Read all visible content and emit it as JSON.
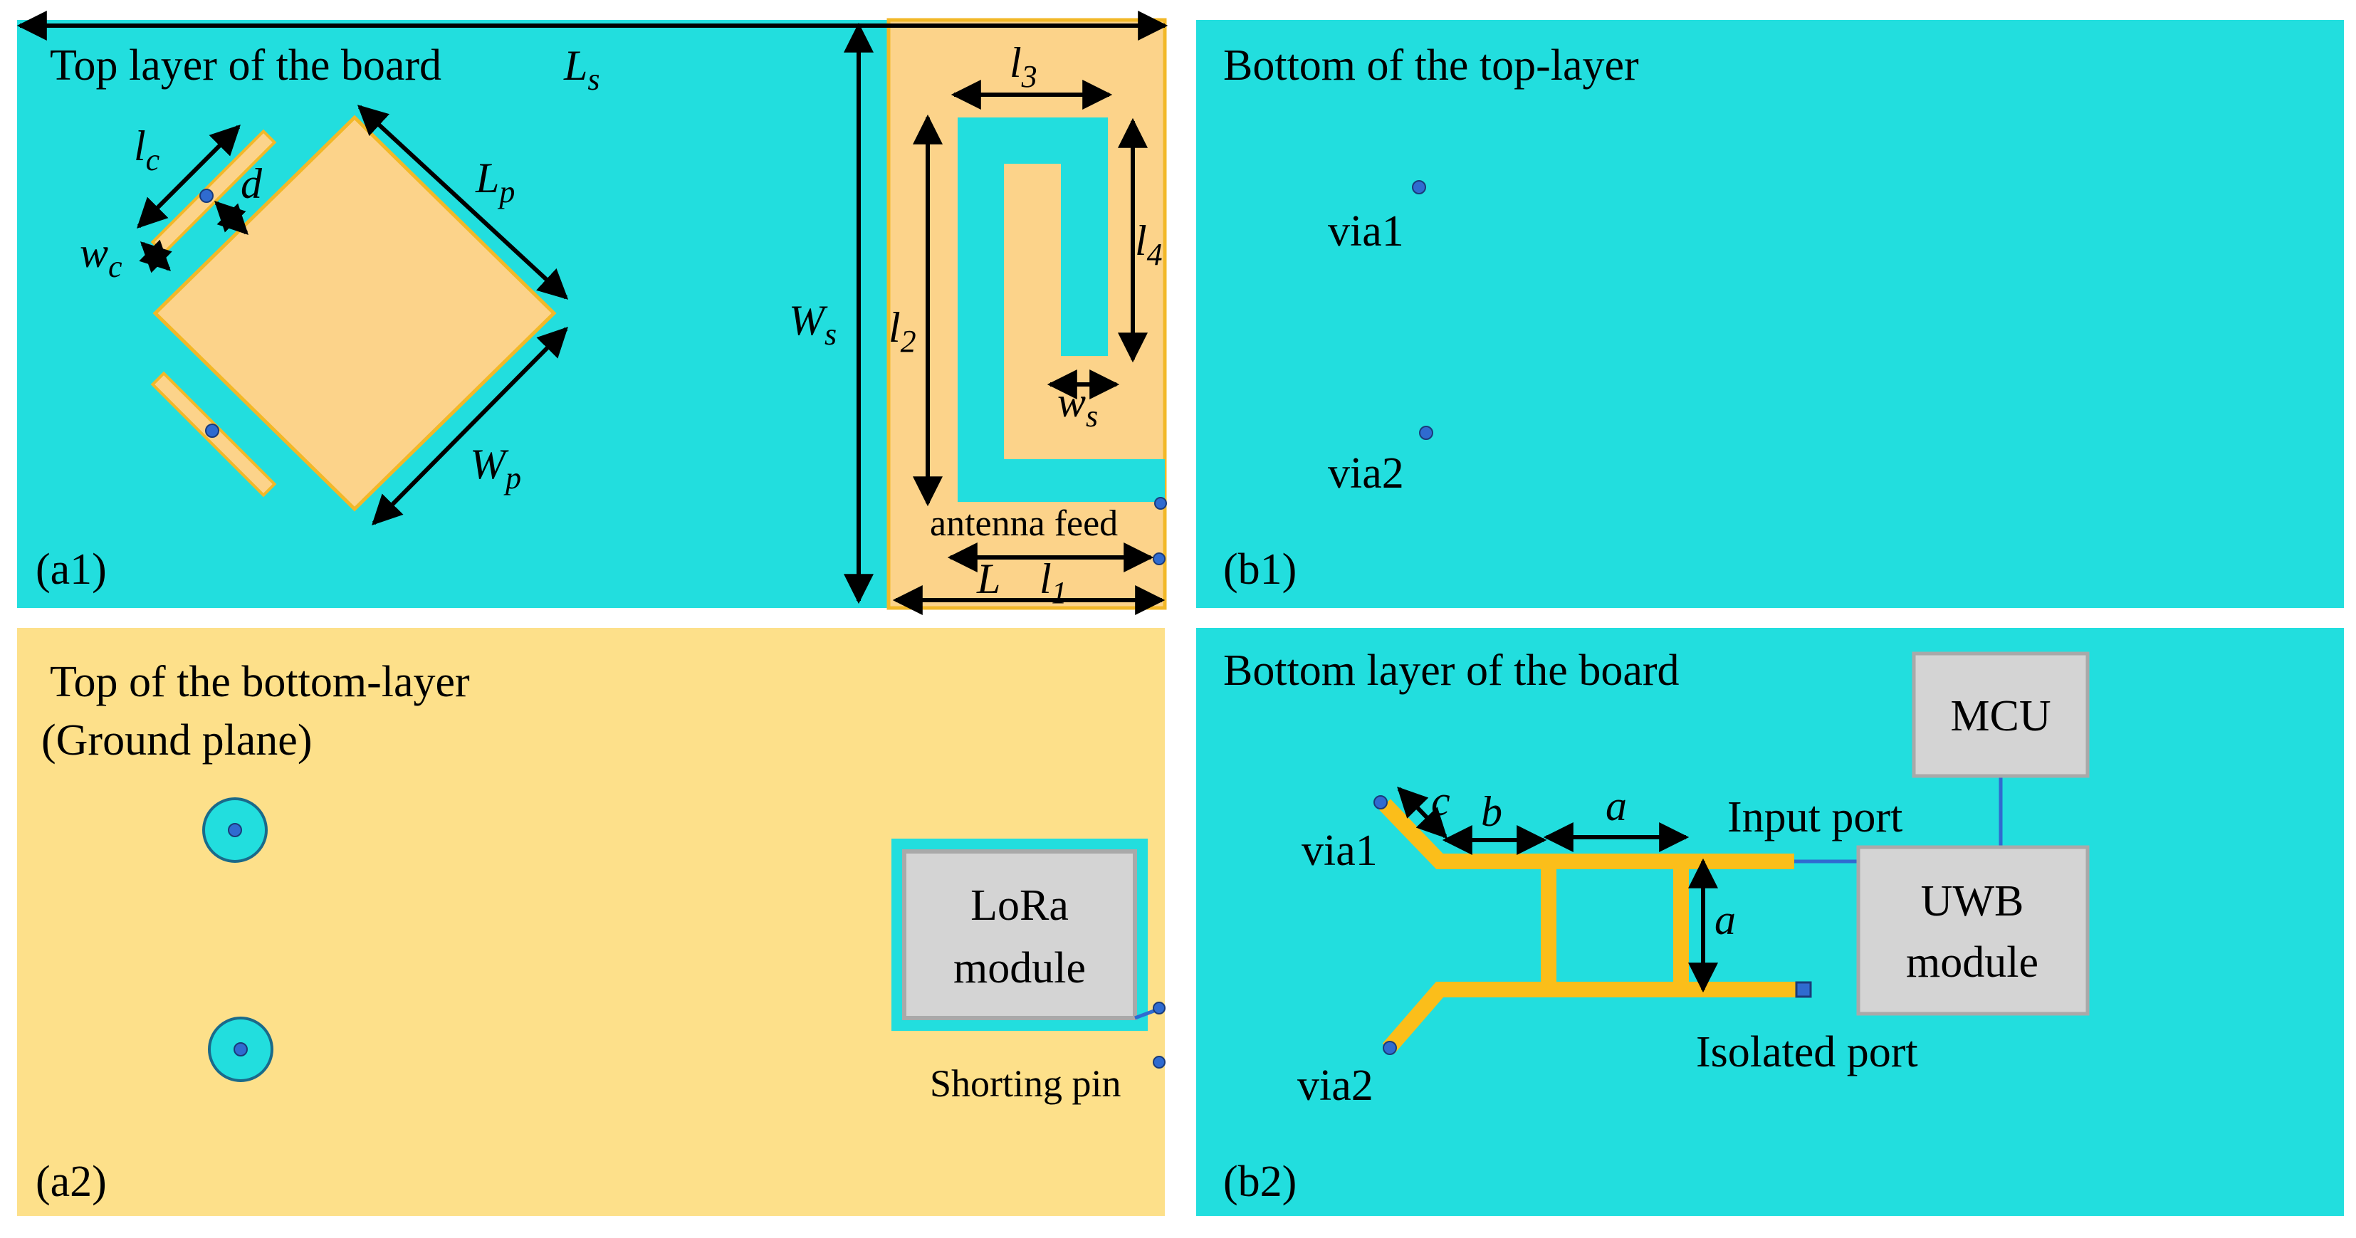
{
  "colors": {
    "cyan": "#22dede",
    "copper": "#fcd38a",
    "copper_edge": "#f2b828",
    "ground": "#fde08a",
    "trace": "#fbbe1a",
    "module_fill": "#d4d4d4",
    "module_edge": "#a9a9a9",
    "via": "#2f6bd0"
  },
  "panel_a1": {
    "title": "Top layer of the board",
    "tag": "(a1)",
    "Ls": {
      "main": "L",
      "sub": "s"
    },
    "Ws": {
      "main": "W",
      "sub": "s"
    },
    "Lp": {
      "main": "L",
      "sub": "p"
    },
    "Wp": {
      "main": "W",
      "sub": "p"
    },
    "lc": {
      "main": "l",
      "sub": "c"
    },
    "wc": {
      "main": "w",
      "sub": "c"
    },
    "d": "d",
    "l1": {
      "main": "l",
      "sub": "1"
    },
    "l2": {
      "main": "l",
      "sub": "2"
    },
    "l3": {
      "main": "l",
      "sub": "3"
    },
    "l4": {
      "main": "l",
      "sub": "4"
    },
    "ws": {
      "main": "w",
      "sub": "s"
    },
    "L": "L",
    "feed": "antenna feed"
  },
  "panel_b1": {
    "title": "Bottom of the top-layer",
    "tag": "(b1)",
    "via1": "via1",
    "via2": "via2"
  },
  "panel_a2": {
    "title_line1": "Top of the bottom-layer",
    "title_line2": "(Ground plane)",
    "tag": "(a2)",
    "module_line1": "LoRa",
    "module_line2": "module",
    "shorting": "Shorting pin"
  },
  "panel_b2": {
    "title": "Bottom layer of the board",
    "tag": "(b2)",
    "via1": "via1",
    "via2": "via2",
    "a": "a",
    "b": "b",
    "c": "c",
    "input_port": "Input port",
    "isolated_port": "Isolated port",
    "mcu": "MCU",
    "uwb_line1": "UWB",
    "uwb_line2": "module"
  }
}
